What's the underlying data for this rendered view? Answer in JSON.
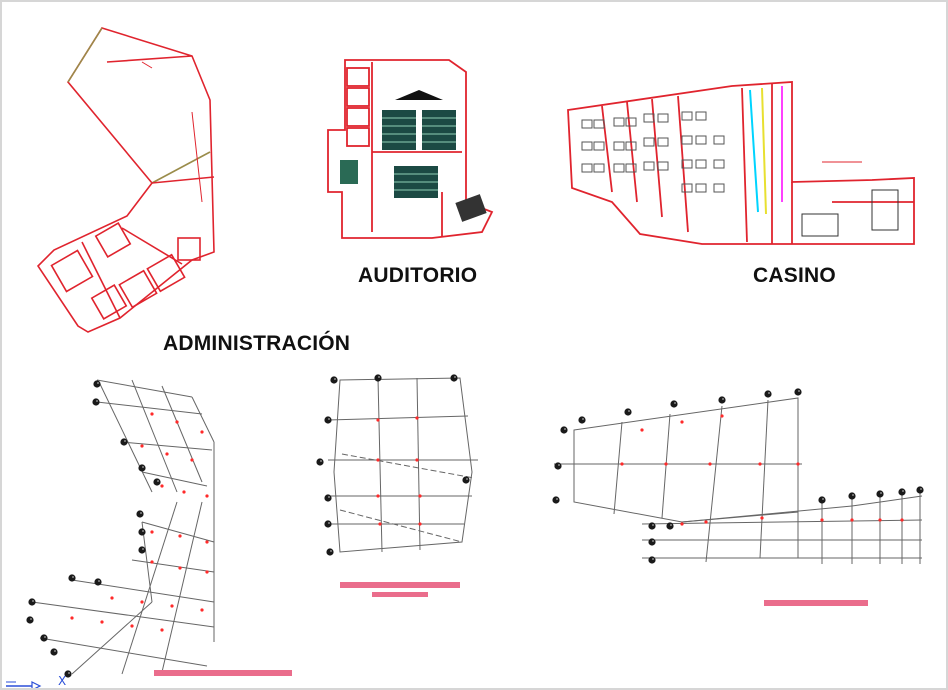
{
  "labels": {
    "auditorio": "AUDITORIO",
    "casino": "CASINO",
    "administracion": "ADMINISTRACIÓN"
  },
  "ucs": {
    "axis_label": "X",
    "icon": "ucs-axis-icon"
  },
  "colors": {
    "wall": "#e0242e",
    "grid_line": "#555555",
    "grid_node": "#ff2a2a",
    "scale_bar": "#ea6d8c",
    "column_marker": "#1a1a1a",
    "background": "#ffffff"
  }
}
